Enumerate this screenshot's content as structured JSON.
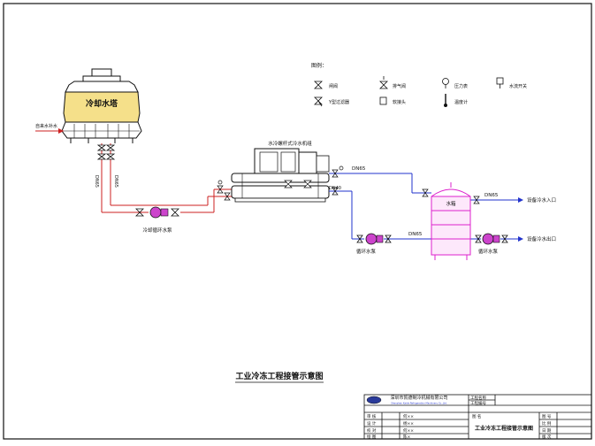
{
  "drawing": {
    "title": "工业冷冻工程接管示意图",
    "equipment": {
      "cooling_tower": "冷却水塔",
      "chiller": "水冷螺杆式冷水机组",
      "water_tank": "水箱"
    },
    "labels": {
      "makeup_water": "自来水补水",
      "cooling_pump": "冷却循环水泵",
      "chilled_pump_left": "循环水泵",
      "chilled_pump_right": "循环水泵",
      "to_equipment_inlet": "设备冷水入口",
      "from_equipment_outlet": "设备冷水出口",
      "tower_pipe_left": "DN65",
      "tower_pipe_right": "DN65",
      "chiller_out_pipe": "DN65",
      "tank_out_pipe": "DN65",
      "pump_pipe": "DN65",
      "small_pipe": "DN40"
    },
    "legend": {
      "title": "图例：",
      "items": [
        {
          "symbol": "gate-valve",
          "label": "闸阀"
        },
        {
          "symbol": "air-vent",
          "label": "排气阀"
        },
        {
          "symbol": "pressure-gauge",
          "label": "压力表"
        },
        {
          "symbol": "flow-switch",
          "label": "水流开关"
        },
        {
          "symbol": "y-strainer",
          "label": "Y型过滤器"
        },
        {
          "symbol": "soft-joint",
          "label": "软接头"
        },
        {
          "symbol": "thermometer",
          "label": "温度计"
        }
      ]
    }
  },
  "title_block": {
    "company": "深圳市凯德制冷机械有限公司",
    "company_en": "Shenzhen Kaide Refrigeration Machinery Co.,Ltd.",
    "project_name_label": "工程名称",
    "project_no_label": "工程编号",
    "rows": [
      {
        "role": "审 核",
        "name": "何××"
      },
      {
        "role": "设 计",
        "name": "杨××"
      },
      {
        "role": "校 对",
        "name": "何××"
      },
      {
        "role": "绘 图",
        "name": "陈×"
      }
    ],
    "drawing_name_label": "图 名",
    "drawing_name": "工业冷冻工程接管示意图",
    "right_fields": [
      "图 号",
      "比 例",
      "日 期",
      "版 次"
    ]
  },
  "colors": {
    "cooling_water": "#cc2222",
    "chilled_water": "#2233cc",
    "tank": "#dd22cc",
    "tower_body": "#f5e08a",
    "line": "#111111"
  }
}
